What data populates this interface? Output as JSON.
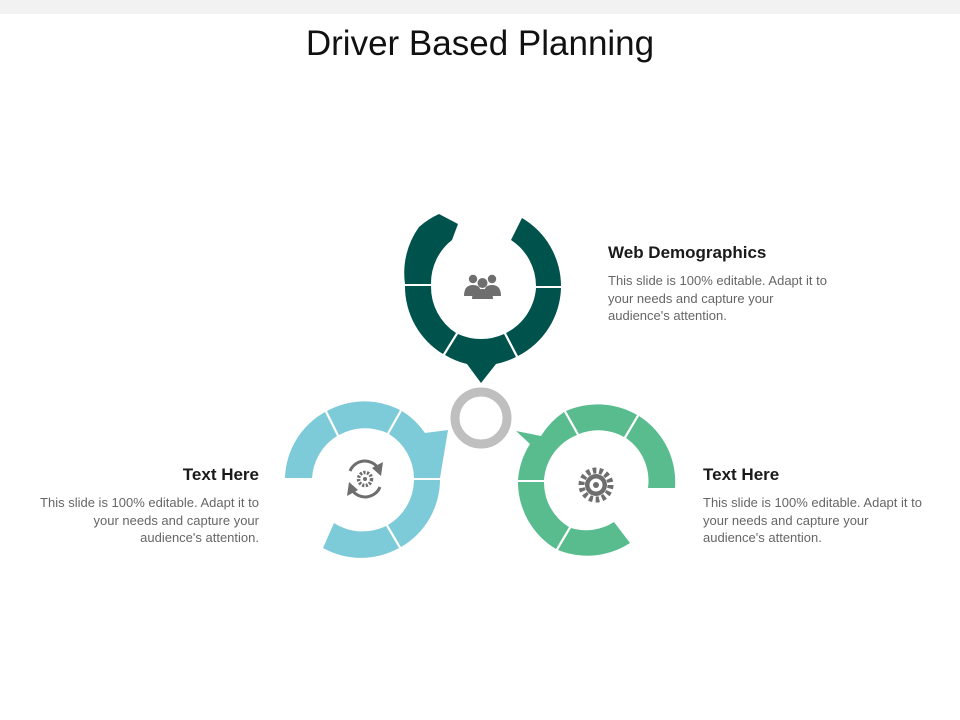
{
  "title": "Driver Based Planning",
  "colors": {
    "dark_teal": "#00524D",
    "light_blue": "#7DCAD8",
    "green": "#59BC8E",
    "center_ring": "#BFBFBF",
    "icon": "#6E6E6E"
  },
  "items": [
    {
      "id": "top",
      "heading": "Web Demographics",
      "body": "This slide is 100% editable. Adapt it to your needs and capture your audience's attention.",
      "icon": "users-icon",
      "color": "#00524D"
    },
    {
      "id": "left",
      "heading": "Text Here",
      "body": "This slide is 100% editable. Adapt it to your needs and capture your audience's attention.",
      "icon": "refresh-gear-icon",
      "color": "#7DCAD8"
    },
    {
      "id": "right",
      "heading": "Text Here",
      "body": "This slide is 100% editable. Adapt it to your needs and capture your audience's attention.",
      "icon": "gear-icon",
      "color": "#59BC8E"
    }
  ]
}
